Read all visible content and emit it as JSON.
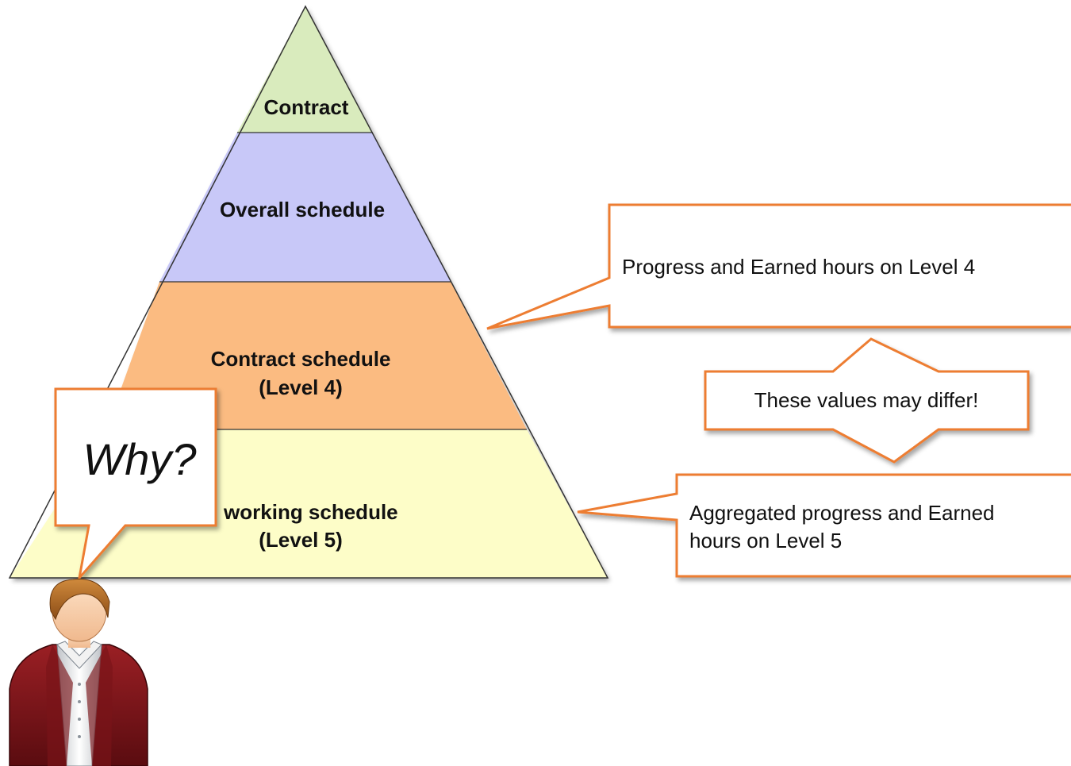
{
  "pyramid": {
    "levels": [
      {
        "lines": [
          "Contract"
        ],
        "fill": "#d9ebbd"
      },
      {
        "lines": [
          "Overall schedule"
        ],
        "fill": "#c8c8f8"
      },
      {
        "lines": [
          "Contract schedule",
          "(Level 4)"
        ],
        "fill": "#fbbb81"
      },
      {
        "lines": [
          "il working schedule",
          "(Level 5)"
        ],
        "fill": "#fdfdc8"
      }
    ]
  },
  "callouts": {
    "level4": {
      "lines": [
        "Progress and Earned hours on Level 4"
      ]
    },
    "differ": {
      "lines": [
        "These values may differ!"
      ]
    },
    "level5": {
      "lines": [
        "Aggregated progress and Earned",
        "hours on Level 5"
      ]
    }
  },
  "person": {
    "speech": "Why?",
    "icon": "businessman-avatar-icon"
  },
  "colors": {
    "callout_border": "#ed7d31",
    "outline": "#333333"
  }
}
